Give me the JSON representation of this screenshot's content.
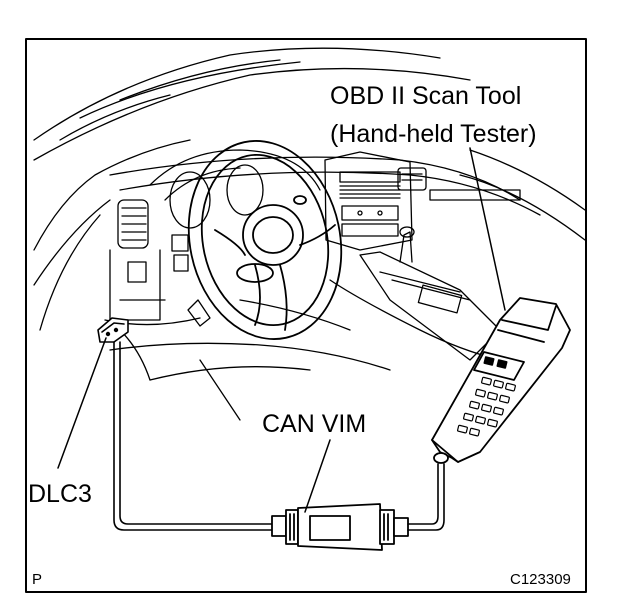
{
  "colors": {
    "line": "#000000",
    "background": "#ffffff",
    "dash_fill": "#000000"
  },
  "labels": {
    "scan_tool_line1": "OBD II Scan Tool",
    "scan_tool_line2": "(Hand-held Tester)",
    "can_vim": "CAN VIM",
    "dlc3": "DLC3",
    "corner_mark": "P",
    "figure_code": "C123309"
  }
}
